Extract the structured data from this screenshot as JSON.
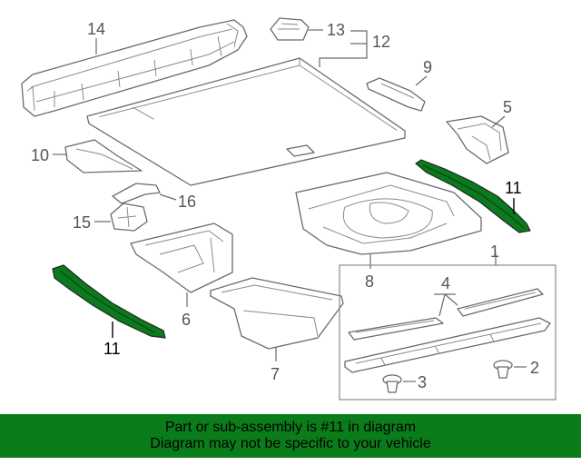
{
  "callouts": {
    "c1": "1",
    "c2": "2",
    "c3": "3",
    "c4": "4",
    "c5": "5",
    "c6": "6",
    "c7": "7",
    "c8": "8",
    "c9": "9",
    "c10": "10",
    "c11a": "11",
    "c11b": "11",
    "c12": "12",
    "c13": "13",
    "c14": "14",
    "c15": "15",
    "c16": "16"
  },
  "banner": {
    "line1": "Part or sub-assembly is #11 in diagram",
    "line2": "Diagram may not be specific to your vehicle"
  },
  "colors": {
    "highlight": "#0b7a1e",
    "banner": "#0a7d1a"
  }
}
